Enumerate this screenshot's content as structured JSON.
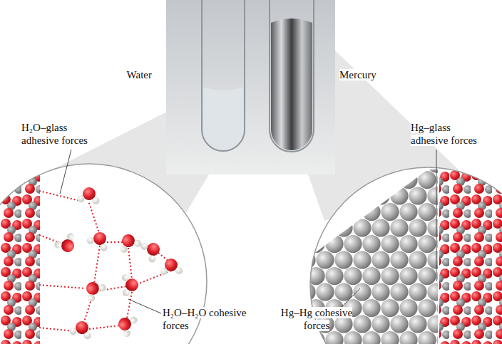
{
  "diagram": {
    "labels": [
      "Water",
      "Mercury",
      "H₂O–glass adhesive forces",
      "Hg–glass adhesive forces",
      "H₂O–H₂O cohesive forces",
      "Hg–Hg cohesive forces"
    ]
  }
}
